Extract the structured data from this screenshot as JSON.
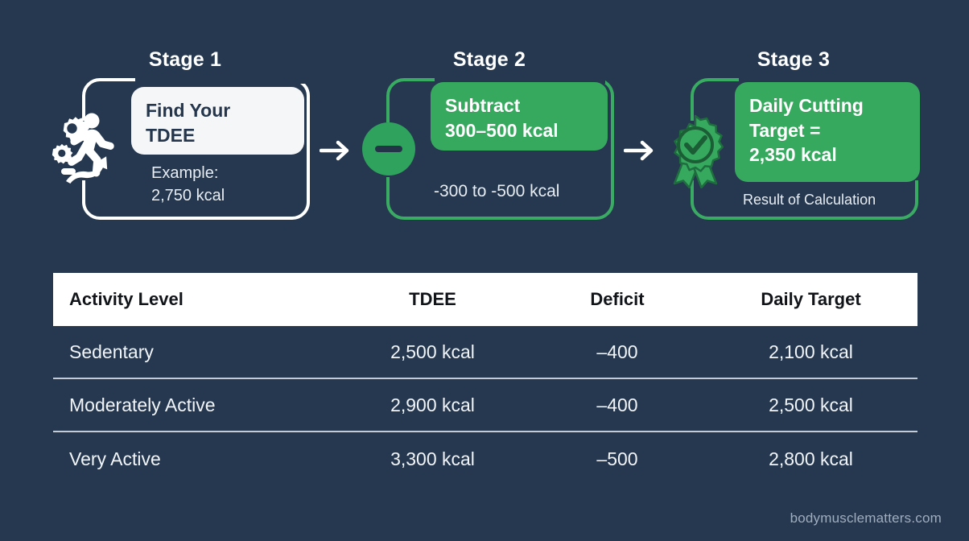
{
  "background_color": "#25384f",
  "accent_green": "#37a95f",
  "stages": [
    {
      "title": "Stage 1",
      "icon": "runner-gears-icon",
      "chip_line1": "Find Your",
      "chip_line2": "TDEE",
      "sub_line1": "Example:",
      "sub_line2": "2,750 kcal",
      "chip_style": "white"
    },
    {
      "title": "Stage 2",
      "icon": "minus-circle-icon",
      "chip_line1": "Subtract",
      "chip_line2": "300–500 kcal",
      "sub_line1": "-300 to -500 kcal",
      "sub_line2": "",
      "chip_style": "green"
    },
    {
      "title": "Stage 3",
      "icon": "award-check-icon",
      "chip_line1": "Daily Cutting",
      "chip_line2": "Target =",
      "chip_line3": "2,350 kcal",
      "sub_line1": "Result of Calculation",
      "sub_line2": "",
      "chip_style": "green"
    }
  ],
  "table": {
    "headers": [
      "Activity Level",
      "TDEE",
      "Deficit",
      "Daily Target"
    ],
    "rows": [
      {
        "activity": "Sedentary",
        "tdee": "2,500 kcal",
        "deficit": "–400",
        "target": "2,100 kcal"
      },
      {
        "activity": "Moderately Active",
        "tdee": "2,900 kcal",
        "deficit": "–400",
        "target": "2,500 kcal"
      },
      {
        "activity": "Very Active",
        "tdee": "3,300 kcal",
        "deficit": "–500",
        "target": "2,800 kcal"
      }
    ]
  },
  "watermark": "bodymusclematters.com"
}
